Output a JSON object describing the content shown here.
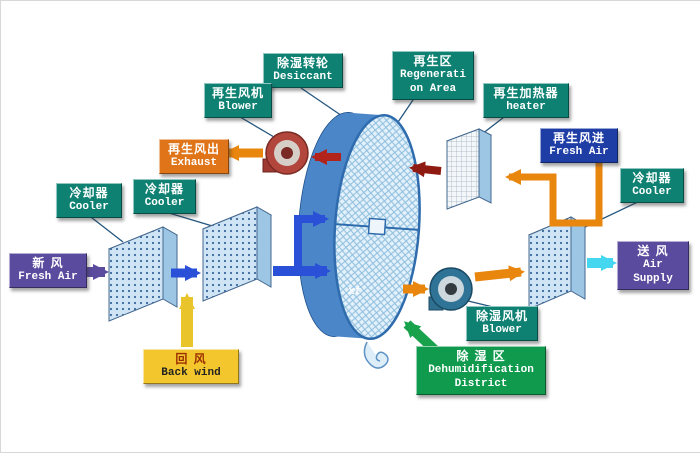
{
  "labels": {
    "fresh_air": {
      "zh": "新  风",
      "en": "Fresh Air"
    },
    "cooler1": {
      "zh": "冷却器",
      "en": "Cooler"
    },
    "cooler2": {
      "zh": "冷却器",
      "en": "Cooler"
    },
    "back_wind": {
      "zh": "回  风",
      "en": "Back wind"
    },
    "regen_blower": {
      "zh": "再生风机",
      "en": "Blower"
    },
    "exhaust": {
      "zh": "再生风出",
      "en": "Exhaust"
    },
    "desiccant": {
      "zh": "除湿转轮",
      "en": "Desiccant"
    },
    "regen_area": {
      "zh": "再生区",
      "en_line1": "Regenerati",
      "en_line2": "on Area"
    },
    "heater": {
      "zh": "再生加热器",
      "en": "heater"
    },
    "regen_fresh_air": {
      "zh": "再生风进",
      "en": "Fresh Air"
    },
    "cooler3": {
      "zh": "冷却器",
      "en": "Cooler"
    },
    "air_supply": {
      "zh": "送  风",
      "en": "Air Supply"
    },
    "dehum_blower": {
      "zh": "除湿风机",
      "en": "Blower"
    },
    "dehum_district": {
      "zh": "除 湿 区",
      "en_line1": "Dehumidification",
      "en_line2": "District"
    }
  },
  "watermark": "xt",
  "colors": {
    "teal": "#0e8173",
    "purple": "#5b4b9e",
    "orange_box": "#e07418",
    "yellow_box": "#f2c62c",
    "blue_box": "#1e3ea6",
    "green_box": "#109a4e",
    "arrow_blue": "#2b50d8",
    "arrow_purple": "#5b4b9e",
    "arrow_yellow": "#e9c42a",
    "arrow_orange": "#e8860e",
    "arrow_red": "#b2231c",
    "arrow_dark_red": "#8e1a12",
    "arrow_cyan": "#45d6f0",
    "arrow_green": "#18a24c"
  }
}
